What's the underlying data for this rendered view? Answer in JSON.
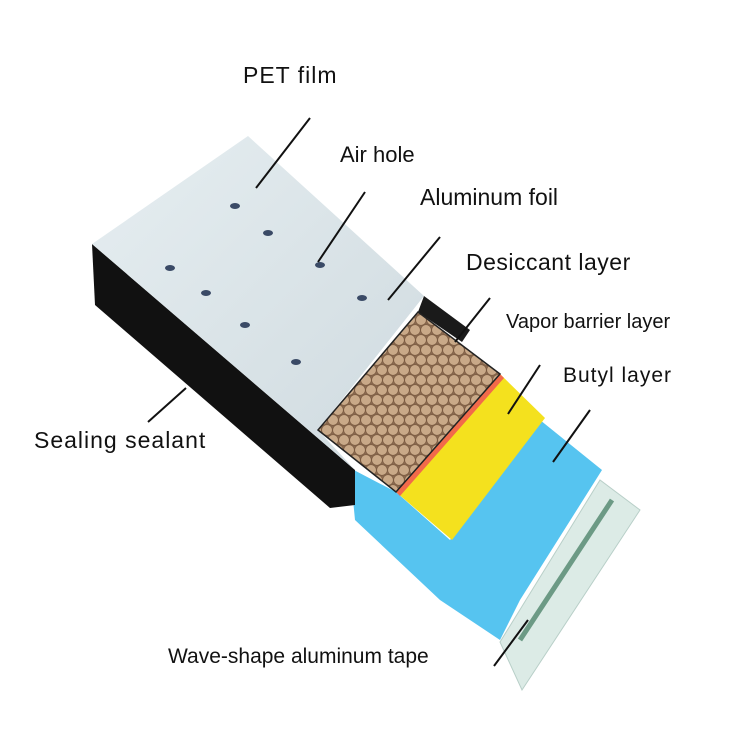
{
  "labels": {
    "pet_film": "PET  film",
    "air_hole": "Air hole",
    "aluminum_foil": "Aluminum foil",
    "desiccant_layer": "Desiccant layer",
    "vapor_barrier_layer": "Vapor barrier layer",
    "butyl_layer": "Butyl layer",
    "sealing_sealant": "Sealing sealant",
    "wave_tape": "Wave-shape aluminum tape"
  },
  "colors": {
    "pet_film": "#dde6ea",
    "sealant": "#111111",
    "desiccant": "#b08f70",
    "vapor_barrier": "#f26a4a",
    "butyl": "#f4e11e",
    "blue_layer": "#56c4f0",
    "tape": "#cfe3dc"
  }
}
